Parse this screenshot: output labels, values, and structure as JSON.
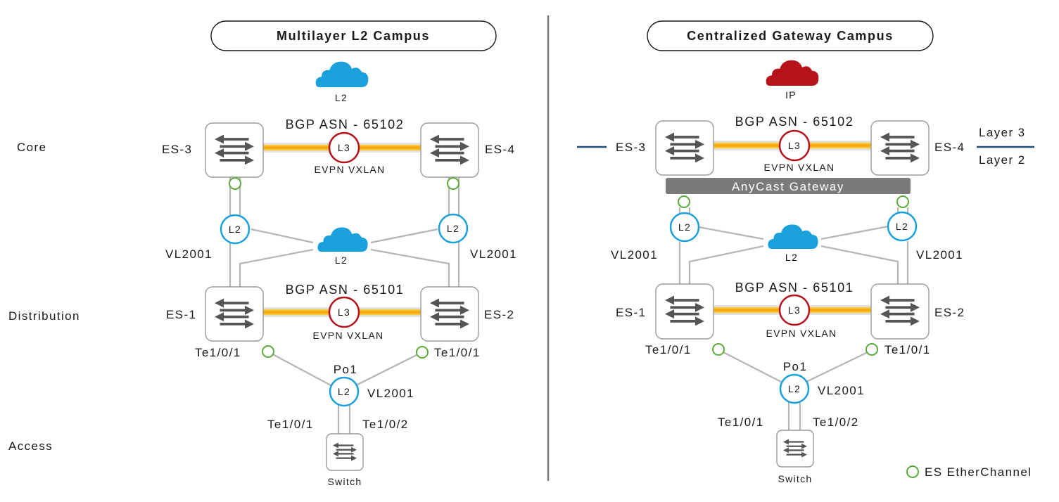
{
  "tiers": {
    "core": "Core",
    "distribution": "Distribution",
    "access": "Access"
  },
  "left": {
    "title": "Multilayer L2 Campus",
    "top_cloud_label": "L2",
    "core_bgp": "BGP ASN - 65102",
    "core_evpn": "EVPN VXLAN",
    "core_link": "L3",
    "es3": "ES-3",
    "es4": "ES-4",
    "l2_left": "L2",
    "l2_right": "L2",
    "vl_left": "VL2001",
    "vl_right": "VL2001",
    "mid_cloud_label": "L2",
    "dist_bgp": "BGP ASN - 65101",
    "dist_evpn": "EVPN VXLAN",
    "dist_link": "L3",
    "es1": "ES-1",
    "es2": "ES-2",
    "te_left": "Te1/0/1",
    "te_right": "Te1/0/1",
    "po": "Po1",
    "po_l2": "L2",
    "po_vl": "VL2001",
    "acc_te1": "Te1/0/1",
    "acc_te2": "Te1/0/2",
    "switch": "Switch"
  },
  "right": {
    "title": "Centralized Gateway Campus",
    "top_cloud_label": "IP",
    "core_bgp": "BGP ASN - 65102",
    "core_evpn": "EVPN VXLAN",
    "core_link": "L3",
    "es3": "ES-3",
    "es4": "ES-4",
    "anycast": "AnyCast Gateway",
    "layer3": "Layer 3",
    "layer2": "Layer 2",
    "l2_left": "L2",
    "l2_right": "L2",
    "vl_left": "VL2001",
    "vl_right": "VL2001",
    "mid_cloud_label": "L2",
    "dist_bgp": "BGP ASN - 65101",
    "dist_evpn": "EVPN VXLAN",
    "dist_link": "L3",
    "es1": "ES-1",
    "es2": "ES-2",
    "te_left": "Te1/0/1",
    "te_right": "Te1/0/1",
    "po": "Po1",
    "po_l2": "L2",
    "po_vl": "VL2001",
    "acc_te1": "Te1/0/1",
    "acc_te2": "Te1/0/2",
    "switch": "Switch"
  },
  "legend": {
    "etherchannel": "ES EtherChannel"
  },
  "colors": {
    "l2_blue": "#1aa0da",
    "l3_red": "#b5121b",
    "etherchannel_green": "#5aab3a",
    "evpn_gold": "#f7b81e",
    "layer_line": "#1f4e79",
    "anycast_bar": "#7a7a7a",
    "divider": "#7a7a7a"
  },
  "icons": {
    "blue_cloud": "cloud-icon",
    "red_cloud": "cloud-icon",
    "switch": "switch-arrows-icon"
  }
}
